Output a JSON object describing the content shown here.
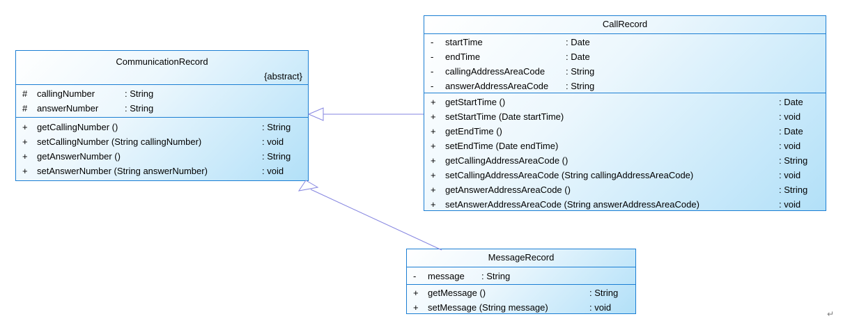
{
  "diagram": {
    "kind": "uml-class-diagram",
    "colors": {
      "box_border": "#1b7ed3",
      "box_fill_light": "#ffffff",
      "box_fill_dark": "#b2e0f8",
      "relation_line": "#8585e0",
      "text": "#000000",
      "return_mark": "#7d7d7d"
    },
    "classes": [
      {
        "name": "CommunicationRecord",
        "stereotype": "{abstract}",
        "attributes": [
          {
            "visibility": "#",
            "name": "callingNumber",
            "type": ": String"
          },
          {
            "visibility": "#",
            "name": "answerNumber",
            "type": ": String"
          }
        ],
        "methods": [
          {
            "visibility": "+",
            "name": "getCallingNumber ()",
            "type": ": String"
          },
          {
            "visibility": "+",
            "name": "setCallingNumber (String callingNumber)",
            "type": ": void"
          },
          {
            "visibility": "+",
            "name": "getAnswerNumber ()",
            "type": ": String"
          },
          {
            "visibility": "+",
            "name": "setAnswerNumber (String answerNumber)",
            "type": ": void"
          }
        ]
      },
      {
        "name": "CallRecord",
        "stereotype": "",
        "attributes": [
          {
            "visibility": "-",
            "name": "startTime",
            "type": ": Date"
          },
          {
            "visibility": "-",
            "name": "endTime",
            "type": ": Date"
          },
          {
            "visibility": "-",
            "name": "callingAddressAreaCode",
            "type": ": String"
          },
          {
            "visibility": "-",
            "name": "answerAddressAreaCode",
            "type": ": String"
          }
        ],
        "methods": [
          {
            "visibility": "+",
            "name": "getStartTime ()",
            "type": ": Date"
          },
          {
            "visibility": "+",
            "name": "setStartTime (Date startTime)",
            "type": ": void"
          },
          {
            "visibility": "+",
            "name": "getEndTime ()",
            "type": ": Date"
          },
          {
            "visibility": "+",
            "name": "setEndTime (Date endTime)",
            "type": ": void"
          },
          {
            "visibility": "+",
            "name": "getCallingAddressAreaCode ()",
            "type": ": String"
          },
          {
            "visibility": "+",
            "name": "setCallingAddressAreaCode (String callingAddressAreaCode)",
            "type": ": void"
          },
          {
            "visibility": "+",
            "name": "getAnswerAddressAreaCode ()",
            "type": ": String"
          },
          {
            "visibility": "+",
            "name": "setAnswerAddressAreaCode (String answerAddressAreaCode)",
            "type": ": void"
          }
        ]
      },
      {
        "name": "MessageRecord",
        "stereotype": "",
        "attributes": [
          {
            "visibility": "-",
            "name": "message",
            "type": ": String"
          }
        ],
        "methods": [
          {
            "visibility": "+",
            "name": "getMessage ()",
            "type": ": String"
          },
          {
            "visibility": "+",
            "name": "setMessage (String message)",
            "type": ": void"
          }
        ]
      }
    ],
    "relations": [
      {
        "type": "generalization",
        "from": "CallRecord",
        "to": "CommunicationRecord"
      },
      {
        "type": "generalization",
        "from": "MessageRecord",
        "to": "CommunicationRecord"
      }
    ],
    "return_mark": "↵"
  }
}
